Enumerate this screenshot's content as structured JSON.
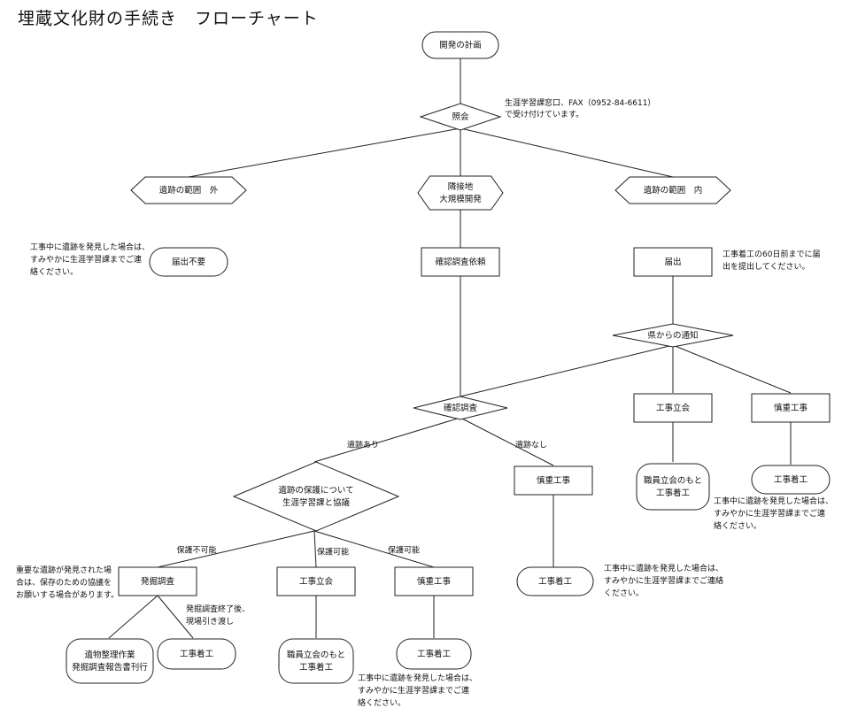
{
  "title": "埋蔵文化財の手続き　フローチャート",
  "nodes": {
    "start": [
      "開発の計画"
    ],
    "inquiry": [
      "照会"
    ],
    "outside": [
      "遺跡の範囲　外"
    ],
    "adjacent": [
      "隣接地",
      "大規模開発"
    ],
    "inside": [
      "遺跡の範囲　内"
    ],
    "no_notice": [
      "届出不要"
    ],
    "confirm_request": [
      "確認調査依頼"
    ],
    "notify": [
      "届出"
    ],
    "prefecture_notice": [
      "県からの通知"
    ],
    "confirm_survey": [
      "確認調査"
    ],
    "attendance_r": [
      "工事立会"
    ],
    "careful_r": [
      "慎重工事"
    ],
    "protection": [
      "遺跡の保護について",
      "生涯学習課と協議"
    ],
    "careful_mid": [
      "慎重工事"
    ],
    "staff_r": [
      "職員立会のもと",
      "工事着工"
    ],
    "start_work_r": [
      "工事着工"
    ],
    "excavation": [
      "発掘調査"
    ],
    "attendance_b": [
      "工事立会"
    ],
    "careful_b": [
      "慎重工事"
    ],
    "start_work_mid": [
      "工事着工"
    ],
    "artifacts": [
      "遺物整理作業",
      "発掘調査報告書刊行"
    ],
    "start_work_b1": [
      "工事着工"
    ],
    "staff_b": [
      "職員立会のもと",
      "工事着工"
    ],
    "start_work_b3": [
      "工事着工"
    ]
  },
  "edge_labels": {
    "remains_yes": "遺跡あり",
    "remains_no": "遺跡なし",
    "not_possible": "保護不可能",
    "possible_1": "保護可能",
    "possible_2": "保護可能"
  },
  "notes": {
    "inquiry": [
      "生涯学習課窓口、FAX（0952-84-6611）",
      "で受け付けています。"
    ],
    "outside": [
      "工事中に遺跡を発見した場合は、",
      "すみやかに生涯学習課までご連",
      "絡ください。"
    ],
    "notify": [
      "工事着工の60日前までに届",
      "出を提出してください。"
    ],
    "right_bottom": [
      "工事中に遺跡を発見した場合は、",
      "すみやかに生涯学習課までご連",
      "絡ください。"
    ],
    "excavation": [
      "重要な遺跡が発見された場",
      "合は、保存のための協議を",
      "お願いする場合があります。"
    ],
    "after_excavation": [
      "発掘調査終了後、",
      "現場引き渡し"
    ],
    "mid_bottom": [
      "工事中に遺跡を発見した場合は、",
      "すみやかに生涯学習課までご連絡",
      "ください。"
    ],
    "bottom": [
      "工事中に遺跡を発見した場合は、",
      "すみやかに生涯学習課までご連",
      "絡ください。"
    ]
  },
  "colors": {
    "stroke": "#222222",
    "fill": "#ffffff",
    "text": "#111111"
  }
}
